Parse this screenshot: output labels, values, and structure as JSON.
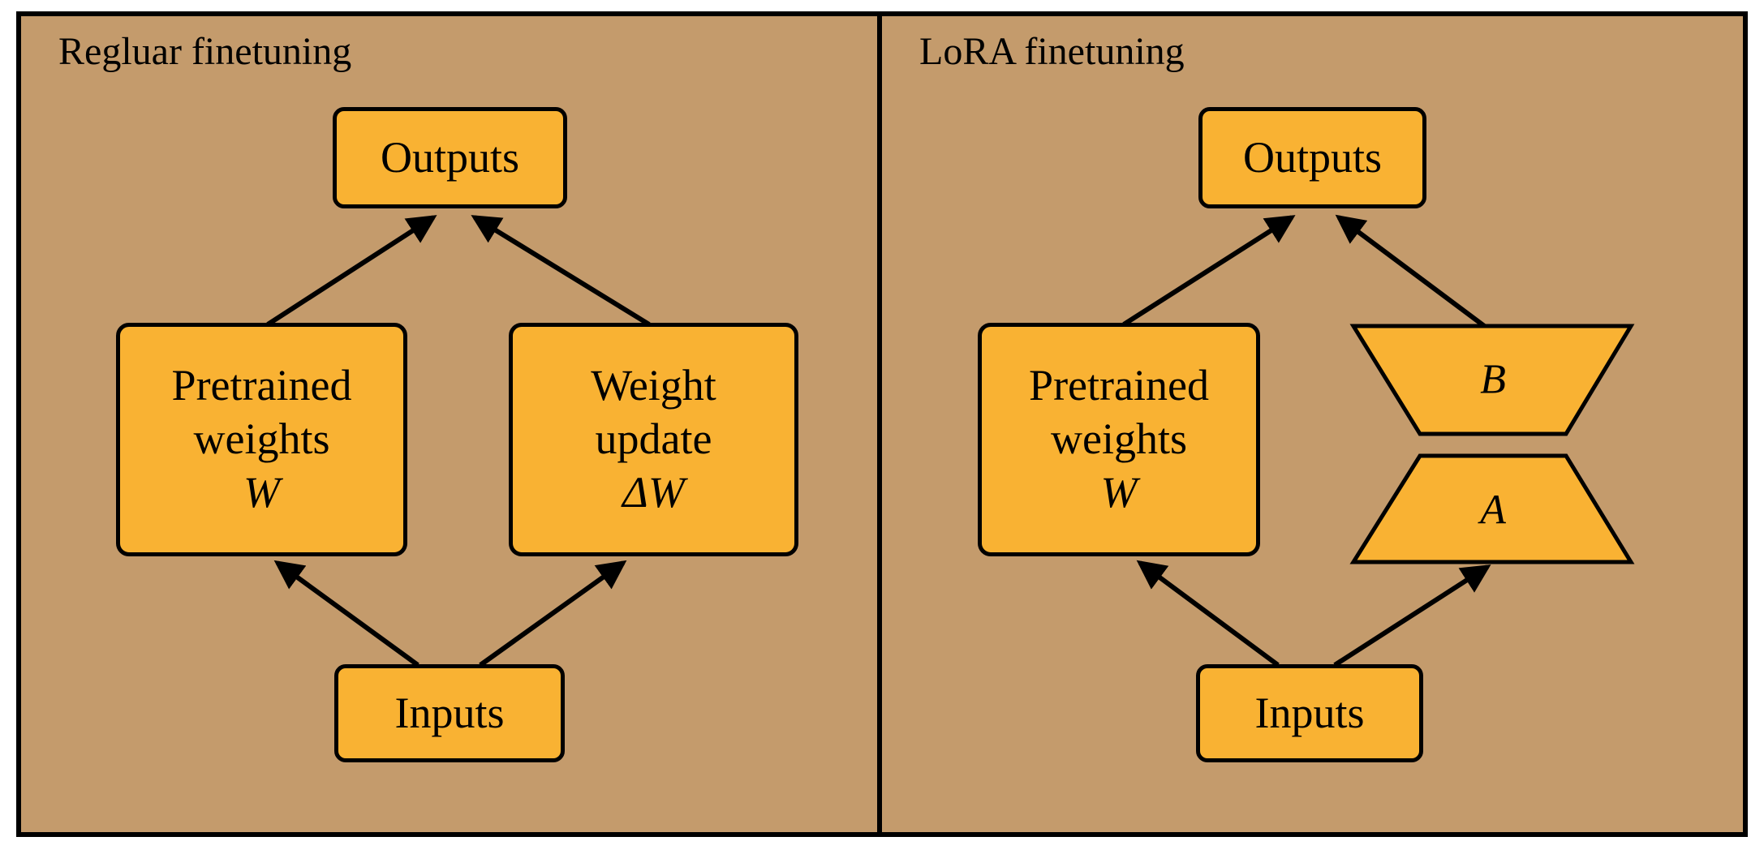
{
  "colors": {
    "page_background": "#ffffff",
    "panel_background": "#c49b6c",
    "node_fill": "#f9b233",
    "line_color": "#000000"
  },
  "left_panel": {
    "title": "Regluar finetuning",
    "outputs_label": "Outputs",
    "inputs_label": "Inputs",
    "pretrained": {
      "line1": "Pretrained",
      "line2": "weights",
      "symbol": "W"
    },
    "weight_update": {
      "line1": "Weight",
      "line2": "update",
      "symbol": "ΔW"
    }
  },
  "right_panel": {
    "title": "LoRA finetuning",
    "outputs_label": "Outputs",
    "inputs_label": "Inputs",
    "pretrained": {
      "line1": "Pretrained",
      "line2": "weights",
      "symbol": "W"
    },
    "matrix_b_label": "B",
    "matrix_a_label": "A"
  }
}
